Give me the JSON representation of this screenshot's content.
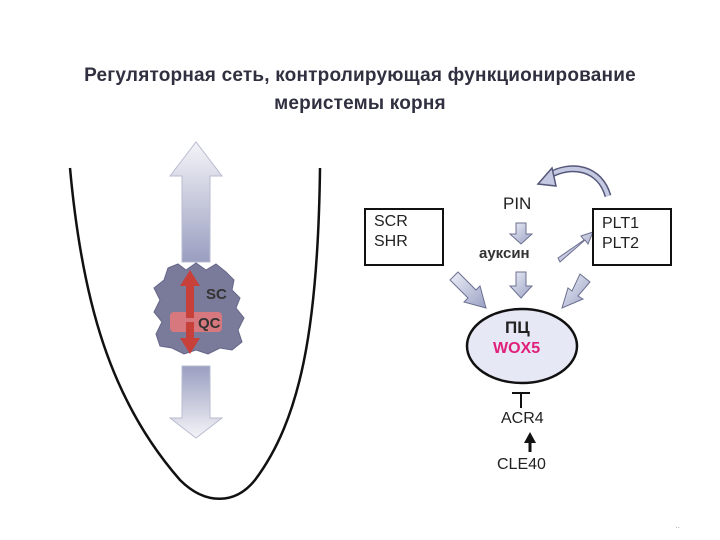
{
  "title": {
    "line1": "Регуляторная сеть, контролирующая функционирование",
    "line2": "меристемы корня"
  },
  "cell_cluster": {
    "sc_label": "SC",
    "qc_label": "QC"
  },
  "boxes": {
    "left": {
      "line1": "SCR",
      "line2": "SHR"
    },
    "right": {
      "line1": "PLT1",
      "line2": "PLT2"
    }
  },
  "nodes": {
    "pin": "PIN",
    "auxin": "ауксин",
    "center_top": "ПЦ",
    "center_bottom": "WOX5",
    "acr4": "ACR4",
    "cle40": "CLE40"
  },
  "colors": {
    "wox5": "#e0207a",
    "ellipse_fill": "#e6e8f6",
    "arrow_fill": "#b8bcd6",
    "cell_fill": "#7a7a9a",
    "red_arrow": "#c8403a"
  },
  "footer": ".."
}
